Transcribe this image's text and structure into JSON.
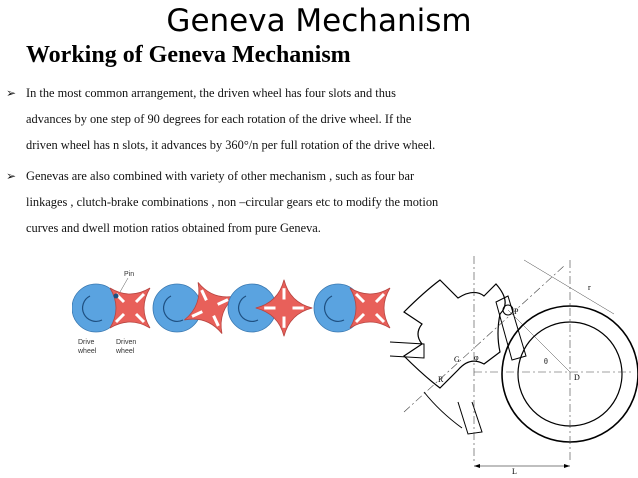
{
  "slide": {
    "title": "Geneva Mechanism",
    "subtitle": "Working of Geneva Mechanism",
    "bullet_symbol": "➢",
    "bullets": [
      "In the most common arrangement, the driven wheel has four slots and thus advances by one step of 90 degrees for each rotation of the drive wheel. If the driven wheel has n slots, it advances by 360°/n per full rotation of the drive wheel.",
      "Genevas are also combined with variety of other mechanism , such as four bar linkages , clutch-brake combinations , non –circular gears etc to modify the motion curves and dwell motion ratios obtained from pure Geneva."
    ]
  },
  "strip_figure": {
    "pin_label": "Pin",
    "drive_label_1": "Drive",
    "drive_label_2": "wheel",
    "driven_label_1": "Driven",
    "driven_label_2": "wheel",
    "drive_color": "#5aa3e0",
    "driven_color": "#e8605a"
  },
  "mechanism_diagram": {
    "label_r": "r",
    "label_p": "P",
    "label_g": "G",
    "label_phi": "φ",
    "label_theta": "θ",
    "label_d": "D",
    "label_R": "R",
    "label_L": "L"
  }
}
